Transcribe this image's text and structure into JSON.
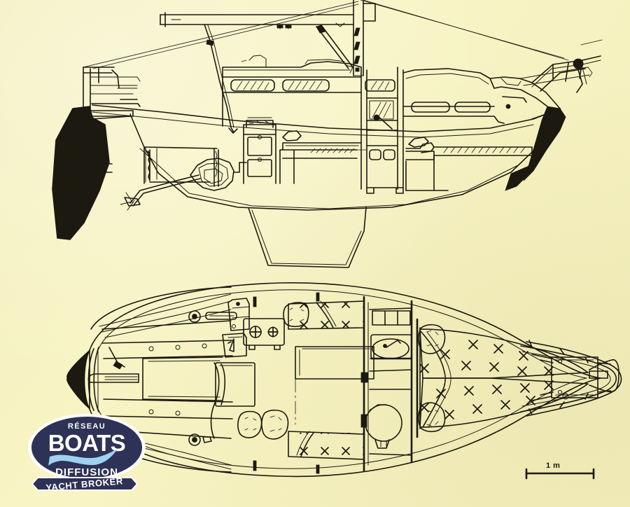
{
  "document": {
    "kind": "scanned-technical-drawing",
    "subject": "Sailboat interior layout — profile (side section) and plan (deck/accommodation) views",
    "paper_color": "#f8f4c4",
    "ink_color": "#1b1910"
  },
  "scale": {
    "label": "1 m",
    "name": "scale-bar"
  },
  "logo": {
    "top_text": "RÉSEAU",
    "main_text": "BOATS",
    "sub_text": "DIFFUSION",
    "ribbon_text": "YACHT BROKER",
    "navy": "#2e3256",
    "wave": "#9fd2ef",
    "white": "#ffffff"
  },
  "views": [
    {
      "name": "profile-view",
      "title": "Profile / longitudinal section",
      "features": [
        "mast",
        "boom",
        "boom-vang",
        "backstay",
        "forestay",
        "stern-pulpit",
        "bow-pulpit",
        "lifelines",
        "coachroof",
        "cabin-windows",
        "hull-portlights",
        "rudder",
        "propeller",
        "propeller-shaft",
        "engine",
        "keel",
        "galley",
        "stove",
        "lockers",
        "head-compartment",
        "mirror",
        "wash-basin",
        "settee-berth",
        "quarter-berth",
        "v-berth",
        "anchor-locker",
        "cockpit",
        "tiller"
      ]
    },
    {
      "name": "plan-view",
      "title": "Accommodation plan",
      "features": [
        "transom",
        "tiller",
        "cockpit",
        "cockpit-lockers",
        "companionway",
        "chart-table",
        "galley-sink",
        "two-burner-stove",
        "saloon-settees",
        "saloon-table",
        "head-compartment",
        "wash-basin",
        "marine-toilet",
        "v-berth",
        "forepeak",
        "bow-pulpit",
        "anchor-locker",
        "stanchions",
        "lifelines"
      ]
    }
  ]
}
